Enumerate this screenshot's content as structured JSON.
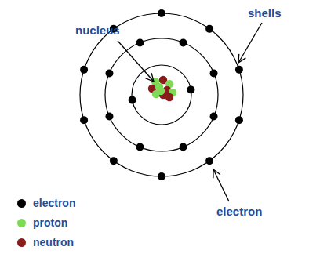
{
  "diagram": {
    "labels": [
      "nucleus",
      "shells",
      "electron"
    ],
    "legend": [
      {
        "text": "electron",
        "color": "#000000"
      },
      {
        "text": "proton",
        "color": "#7ed957"
      },
      {
        "text": "neutron",
        "color": "#8b1a1a"
      }
    ]
  }
}
